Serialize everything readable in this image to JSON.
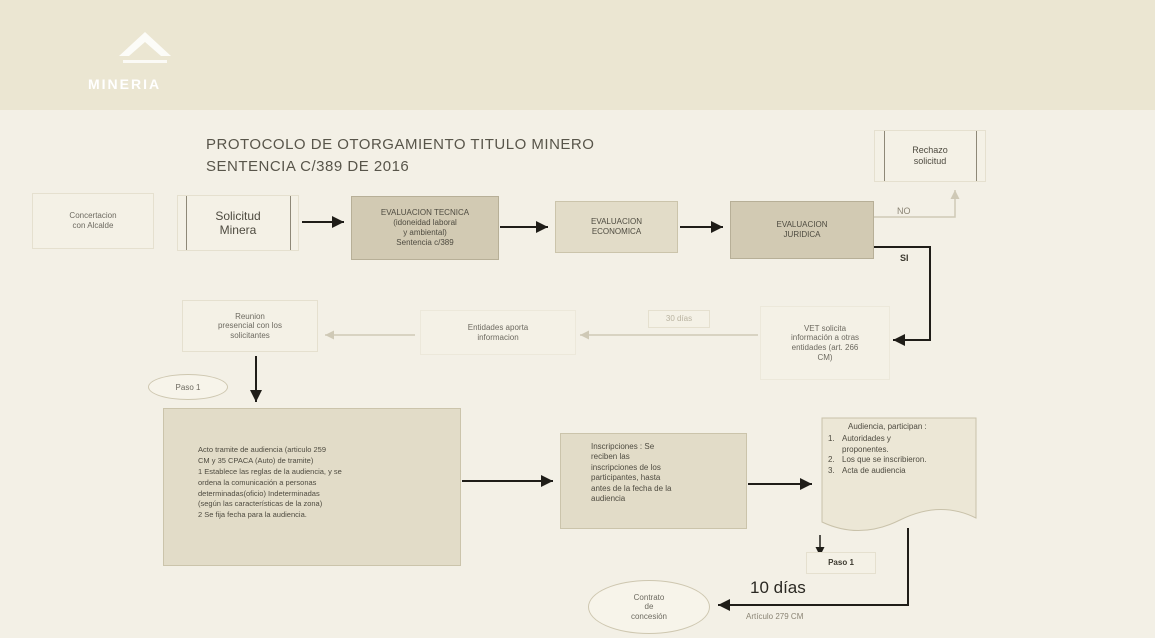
{
  "header": {
    "logo_text": "MINERIA"
  },
  "title": {
    "line1": "PROTOCOLO DE OTORGAMIENTO TITULO MINERO",
    "line2": "SENTENCIA C/389 DE 2016"
  },
  "nodes": {
    "rechazo": "Rechazo\nsolicitud",
    "concertacion": "Concertacion\ncon Alcalde",
    "solicitud": "Solicitud\nMinera",
    "eval_tecnica": "EVALUACION TECNICA\n(idoneidad laboral\ny ambiental)\nSentencia c/389",
    "eval_economica": "EVALUACION\nECONOMICA",
    "eval_juridica": "EVALUACION\nJURIDICA",
    "reunion": "Reunion\npresencial con los\nsolicitantes",
    "entidades": "Entidades aporta\ninformacion",
    "vet_solicita": "VET solicita\ninformación a otras\nentidades (art. 266\nCM)",
    "acto_tramite": "Acto tramite de audiencia (articulo 259\nCM y 35 CPACA (Auto) de tramite)\n1 Establece las reglas de la audiencia, y se\nordena la comunicación a personas\ndeterminadas(oficio) Indeterminadas\n(según las características de la zona)\n2 Se fija fecha para la audiencia.",
    "inscripciones": "Inscripciones : Se\nreciben las\ninscripciones de los\nparticipantes, hasta\nantes de la fecha de la\naudiencia",
    "audiencia_title": "Audiencia, participan :",
    "audiencia_items": [
      "Autoridades y\nproponentes.",
      "Los que se inscribieron.",
      "Acta de audiencia"
    ],
    "contrato": "Contrato\nde\nconcesión"
  },
  "labels": {
    "no": "NO",
    "si": "SI",
    "dias_30": "30 días",
    "paso1_left": "Paso 1",
    "paso1_right": "Paso 1",
    "dias_10": "10 días",
    "articulo": "Artículo 279 CM"
  },
  "colors": {
    "header_band": "#ebe6d2",
    "box_dark": "#d2cab3",
    "box_mid": "#e2dcc8",
    "box_plain": "#f4f1e6",
    "arrow": "#1f1d18"
  }
}
